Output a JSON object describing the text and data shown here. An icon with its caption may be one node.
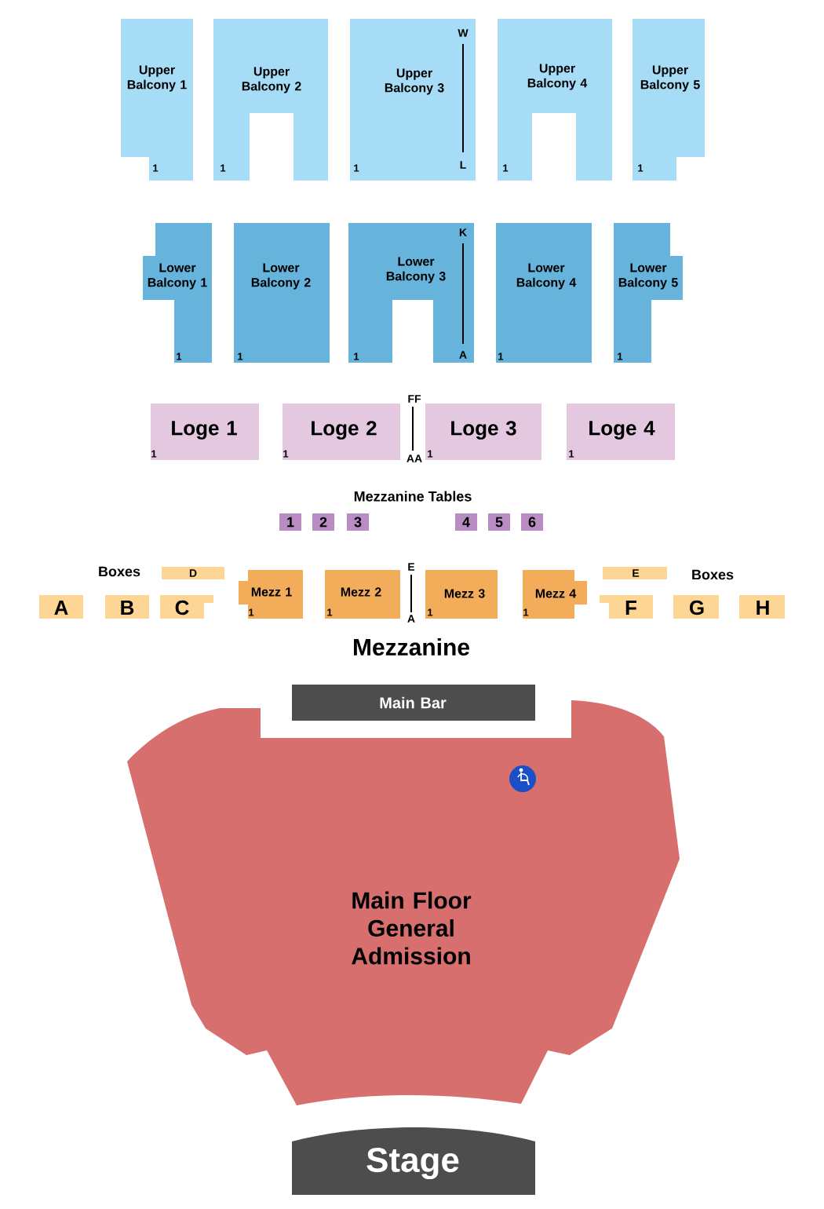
{
  "diagram": {
    "nodes": [
      {
        "text": [
          "Upper Balcony 1",
          "1"
        ]
      },
      {
        "text": [
          "Upper Balcony 2",
          "1"
        ]
      },
      {
        "text": [
          "Upper Balcony 3",
          "1"
        ]
      },
      {
        "text": [
          "Upper Balcony 4",
          "1"
        ]
      },
      {
        "text": [
          "Upper Balcony 5",
          "1"
        ]
      },
      {
        "text": [
          "Lower Balcony 1",
          "1"
        ]
      },
      {
        "text": [
          "Lower Balcony 2",
          "1"
        ]
      },
      {
        "text": [
          "Lower Balcony 3",
          "1"
        ]
      },
      {
        "text": [
          "Lower Balcony 4",
          "1"
        ]
      },
      {
        "text": [
          "Lower Balcony 5",
          "1"
        ]
      },
      {
        "text": [
          "Loge 1",
          "1"
        ]
      },
      {
        "text": [
          "Loge 2",
          "1"
        ]
      },
      {
        "text": [
          "Loge 3",
          "1"
        ]
      },
      {
        "text": [
          "Loge 4",
          "1"
        ]
      },
      {
        "text": [
          "1"
        ]
      },
      {
        "text": [
          "2"
        ]
      },
      {
        "text": [
          "3"
        ]
      },
      {
        "text": [
          "4"
        ]
      },
      {
        "text": [
          "5"
        ]
      },
      {
        "text": [
          "6"
        ]
      },
      {
        "text": [
          "D"
        ]
      },
      {
        "text": [
          "E"
        ]
      },
      {
        "text": [
          "A"
        ]
      },
      {
        "text": [
          "B"
        ]
      },
      {
        "text": [
          "C"
        ]
      },
      {
        "text": [
          "Mezz 1",
          "1"
        ]
      },
      {
        "text": [
          "Mezz 2",
          "1"
        ]
      },
      {
        "text": [
          "Mezz 3",
          "1"
        ]
      },
      {
        "text": [
          "Mezz 4",
          "1"
        ]
      },
      {
        "text": [
          "F"
        ]
      },
      {
        "text": [
          "G"
        ]
      },
      {
        "text": [
          "H"
        ]
      },
      {
        "text": [
          "Main Bar"
        ]
      },
      {
        "text": [
          "Main Floor General Admission"
        ]
      },
      {
        "text": [
          "Stage"
        ]
      }
    ],
    "labels": [
      "W",
      "L",
      "K",
      "A",
      "FF",
      "AA",
      "Mezzanine Tables",
      "Boxes",
      "E",
      "A",
      "Boxes",
      "Mezzanine"
    ]
  }
}
